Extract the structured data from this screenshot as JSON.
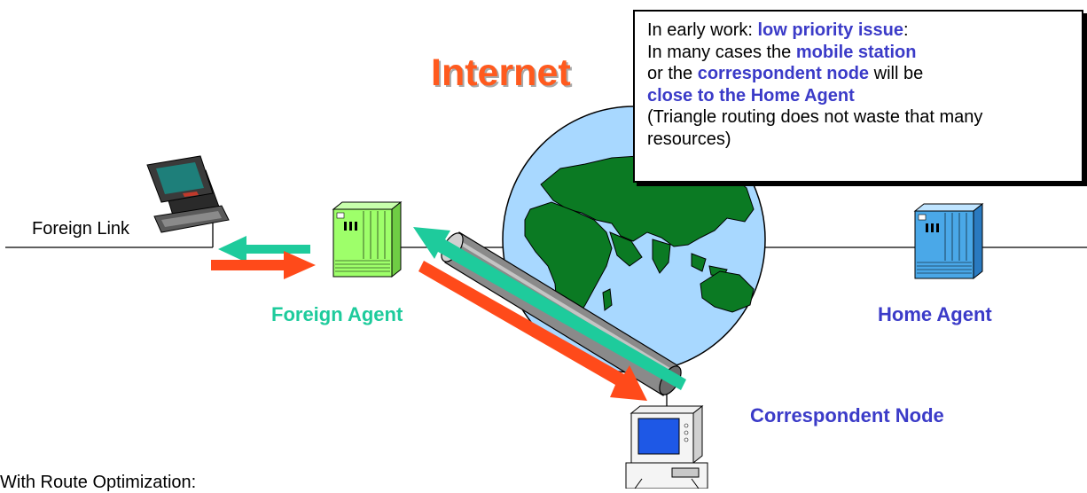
{
  "title": "Internet",
  "labels": {
    "foreign_link": "Foreign Link",
    "foreign_agent": "Foreign Agent",
    "home_agent": "Home Agent",
    "correspondent_node": "Correspondent Node",
    "route_optimization": "With Route Optimization:"
  },
  "note": {
    "l1_a": "In early work: ",
    "l1_b": "low priority issue",
    "l1_c": ":",
    "l2_a": "In many cases the ",
    "l2_b": "mobile station",
    "l3_a": "or the ",
    "l3_b": "correspondent node",
    "l3_c": " will be",
    "l4": "close to the Home Agent",
    "l5": "(Triangle routing does not waste that many",
    "l6": "resources)"
  },
  "colors": {
    "internet_title": "#ff5a1e",
    "foreign_agent": "#1ecb9c",
    "highlight_blue": "#3b3bc8",
    "arrow_teal": "#1ecb9c",
    "arrow_red": "#ff4a1a",
    "globe_water": "#a8d8ff",
    "globe_land": "#0b7a23",
    "foreign_agent_device": "#9eff6a",
    "home_agent_device": "#4aa8e8"
  },
  "icons": [
    "laptop-icon",
    "foreign-agent-router-icon",
    "home-agent-router-icon",
    "correspondent-computer-icon",
    "globe-icon",
    "tunnel-icon"
  ]
}
